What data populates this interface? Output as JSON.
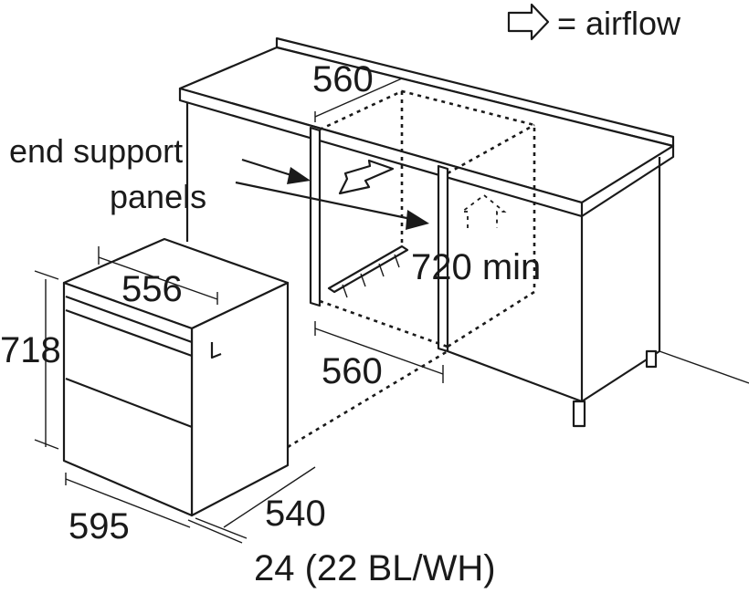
{
  "legend": {
    "icon": "airflow-arrow-icon",
    "text": "= airflow"
  },
  "labels": {
    "niche_width_top": "560",
    "end_support_line1": "end support",
    "end_support_line2": "panels",
    "oven_top_width": "556",
    "niche_height": "720 min",
    "oven_height": "718",
    "niche_width_bottom": "560",
    "oven_front_width": "595",
    "oven_depth": "540",
    "front_offset": "24 (22 BL/WH)"
  }
}
